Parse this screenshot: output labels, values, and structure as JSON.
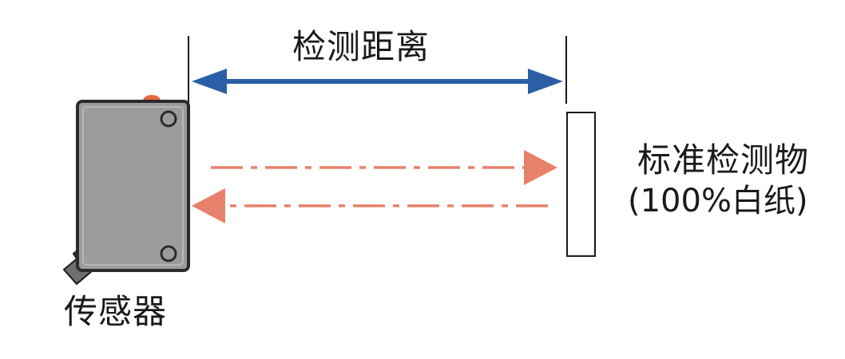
{
  "labels": {
    "detection_distance": "检测距离",
    "target_object": "标准检测物",
    "target_object_note": "(100%白纸)",
    "sensor": "传感器"
  },
  "colors": {
    "distance_arrow": "#2a5fa6",
    "beam": "#e8816b",
    "sensor_body": "#9b9c9e",
    "sensor_outline": "#2b2b2b",
    "indicator_led": "#e8663f",
    "text": "#1a1a1a"
  }
}
